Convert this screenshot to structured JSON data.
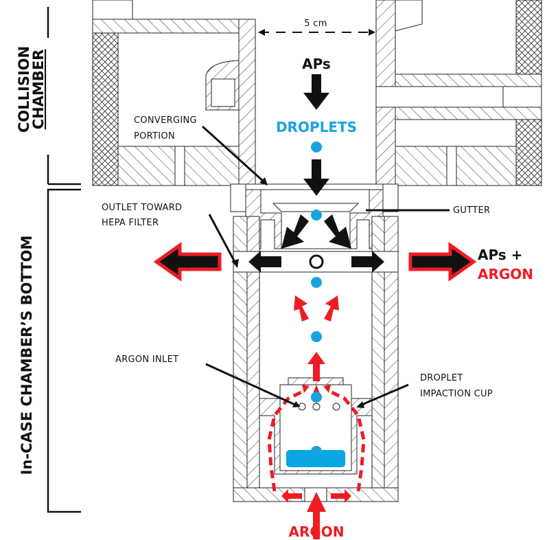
{
  "side_labels": {
    "collision_line1": "COLLISION",
    "collision_line2": "CHAMBER",
    "incase": "In-CASE CHAMBER’S BOTTOM"
  },
  "dimension": "5 cm",
  "labels": {
    "aps": "APs",
    "droplets": "DROPLETS",
    "converging_line1": "CONVERGING",
    "converging_line2": "PORTION",
    "outlet_line1": "OUTLET TOWARD",
    "outlet_line2": "HEPA FILTER",
    "gutter": "GUTTER",
    "aps_plus": "APs +",
    "argon_right": "ARGON",
    "argon_inlet": "ARGON INLET",
    "droplet_line1": "DROPLET",
    "droplet_line2": "IMPACTION CUP",
    "argon_bottom": "ARGON"
  },
  "colors": {
    "argon_red": "#ee1c24",
    "droplet_blue": "#1aa3e0",
    "liquid_blue": "#0aa5e4",
    "line": "#222222"
  }
}
